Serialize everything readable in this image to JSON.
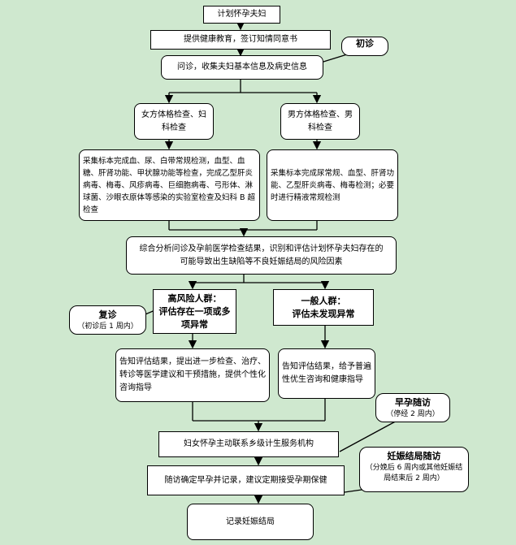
{
  "nodes": {
    "start": "计划怀孕夫妇",
    "education": "提供健康教育，签订知情同意书",
    "interview": "问诊，收集夫妇基本信息及病史信息",
    "female_exam": "女方体格检查、妇科检查",
    "male_exam": "男方体格检查、男科检查",
    "female_tests": "采集标本完成血、尿、白带常规检测，血型、血糖、肝肾功能、甲状腺功能等检查，完成乙型肝炎病毒、梅毒、风疹病毒、巨细胞病毒、弓形体、淋球菌、沙眼衣原体等感染的实验室检查及妇科 B 超检查",
    "male_tests": "采集标本完成尿常规、血型、肝肾功能、乙型肝炎病毒、梅毒检测；必要时进行精液常规检测",
    "assessment": "综合分析问诊及孕前医学检查结果，识别和评估计划怀孕夫妇存在的可能导致出生缺陷等不良妊娠结局的风险因素",
    "high_risk_title": "高风险人群：",
    "high_risk_desc": "评估存在一项或多项异常",
    "general_title": "一般人群：",
    "general_desc": "评估未发现异常",
    "high_risk_advice": "告知评估结果，提出进一步检查、治疗、转诊等医学建议和干预措施，提供个性化咨询指导",
    "general_advice": "告知评估结果，给予普遍性优生咨询和健康指导",
    "contact": "妇女怀孕主动联系乡级计生服务机构",
    "record": "随访确定早孕并记录，建议定期接受孕期保健",
    "outcome": "记录妊娠结局"
  },
  "callouts": {
    "first_visit": {
      "title": "初诊"
    },
    "follow_up": {
      "title": "复诊",
      "note": "（初诊后 1 周内）"
    },
    "early_pregnancy": {
      "title": "早孕随访",
      "note": "（停经 2 周内）"
    },
    "outcome_followup": {
      "title": "妊娠结局随访",
      "note": "（分娩后 6 周内或其他妊娠结局结束后 2 周内）"
    }
  }
}
